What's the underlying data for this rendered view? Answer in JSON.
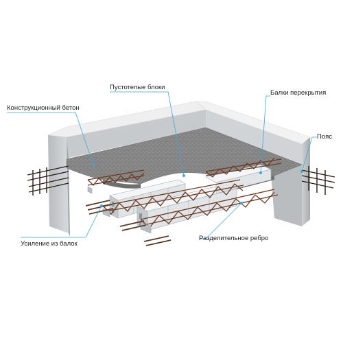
{
  "labels": {
    "hollow_blocks": "Пустотелые блоки",
    "structural_concrete": "Конструкционный бетон",
    "floor_beams": "Балки перекрытия",
    "belt": "Пояс",
    "beam_reinforcement": "Усиление из балок",
    "separating_rib": "Разделительное ребро"
  },
  "colors": {
    "leader_line": "#3aa9d8",
    "wall_top": "#ededed",
    "wall_face": "#c9ccce",
    "wall_shadow": "#a9adb0",
    "concrete": "#8c8c8c",
    "block": "#e9ecef",
    "truss": "#6b3a22",
    "rebar": "#2b1d15"
  }
}
